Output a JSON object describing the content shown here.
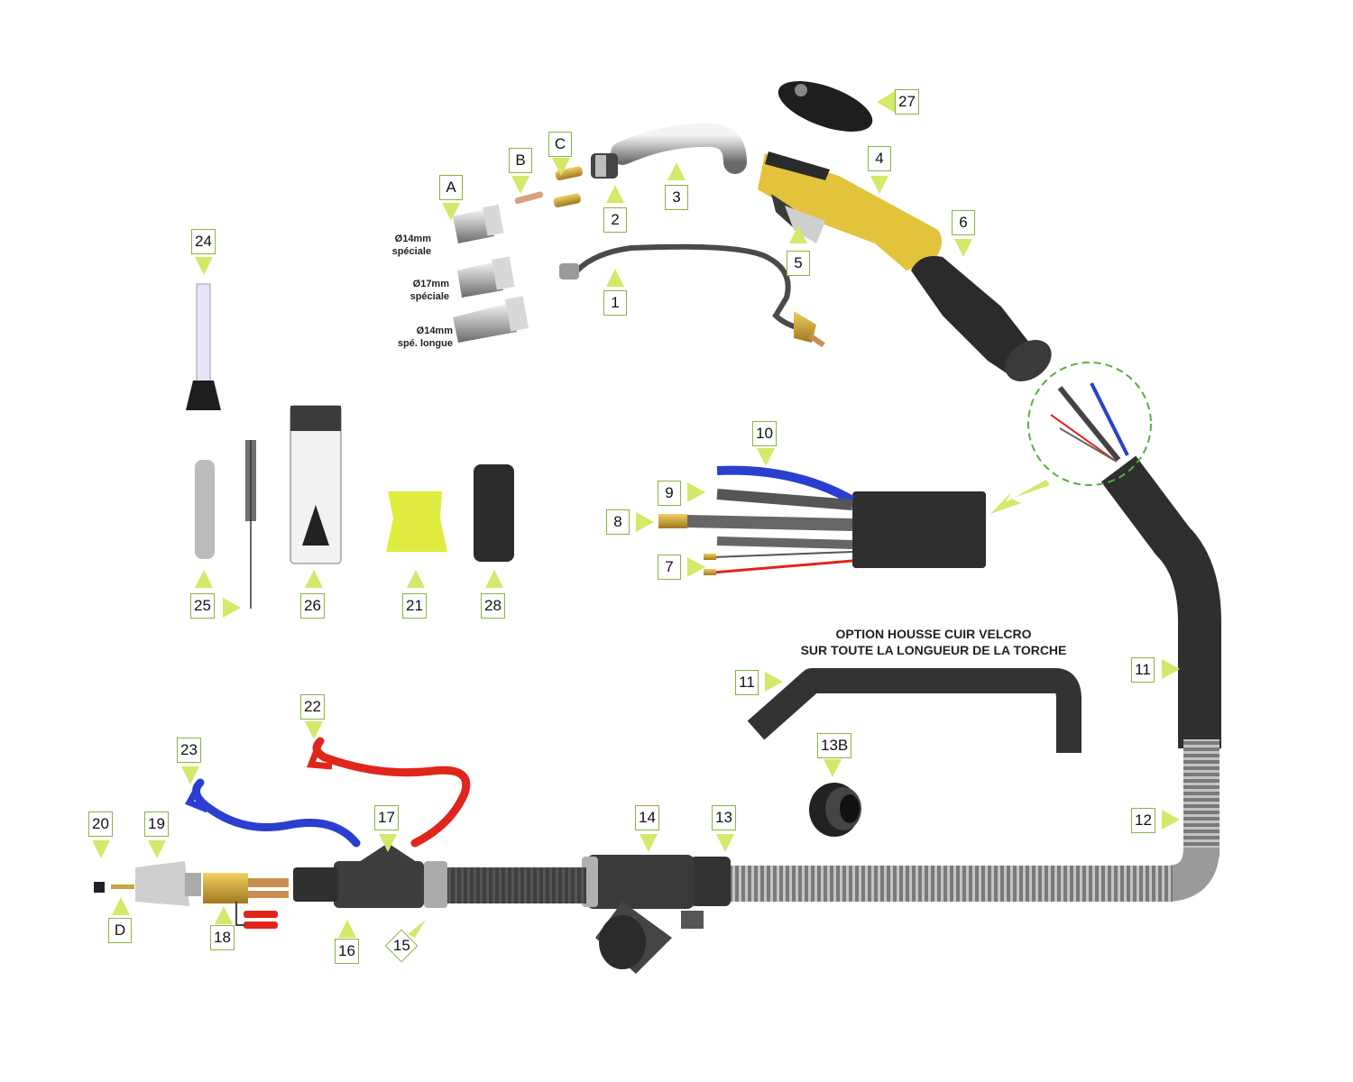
{
  "colors": {
    "label_border": "#86b640",
    "arrow_fill": "#d4e86a",
    "handle_yellow": "#e3c33c",
    "hose_dark": "#2e2e2e",
    "gas_blue": "#2a3fd0",
    "coolant_red": "#e0261c",
    "detail_circle": "#55b040"
  },
  "labels": {
    "p1": "1",
    "p2": "2",
    "p3": "3",
    "p4": "4",
    "p5": "5",
    "p6": "6",
    "p7": "7",
    "p8": "8",
    "p9": "9",
    "p10": "10",
    "p11a": "11",
    "p11b": "11",
    "p12": "12",
    "p13": "13",
    "p13b": "13B",
    "p14": "14",
    "p15": "15",
    "p16": "16",
    "p17": "17",
    "p18": "18",
    "p19": "19",
    "p20": "20",
    "p21": "21",
    "p22": "22",
    "p23": "23",
    "p24": "24",
    "p25": "25",
    "p26": "26",
    "p27": "27",
    "p28": "28",
    "pA": "A",
    "pB": "B",
    "pC": "C",
    "pD": "D"
  },
  "captions": {
    "nozzle_14": [
      "Ø14mm",
      "spéciale"
    ],
    "nozzle_17": [
      "Ø17mm",
      "spéciale"
    ],
    "nozzle_14_long": [
      "Ø14mm",
      "spé. longue"
    ]
  },
  "option_text": [
    "OPTION HOUSSE CUIR VELCRO",
    "SUR TOUTE LA LONGUEUR DE LA TORCHE"
  ]
}
